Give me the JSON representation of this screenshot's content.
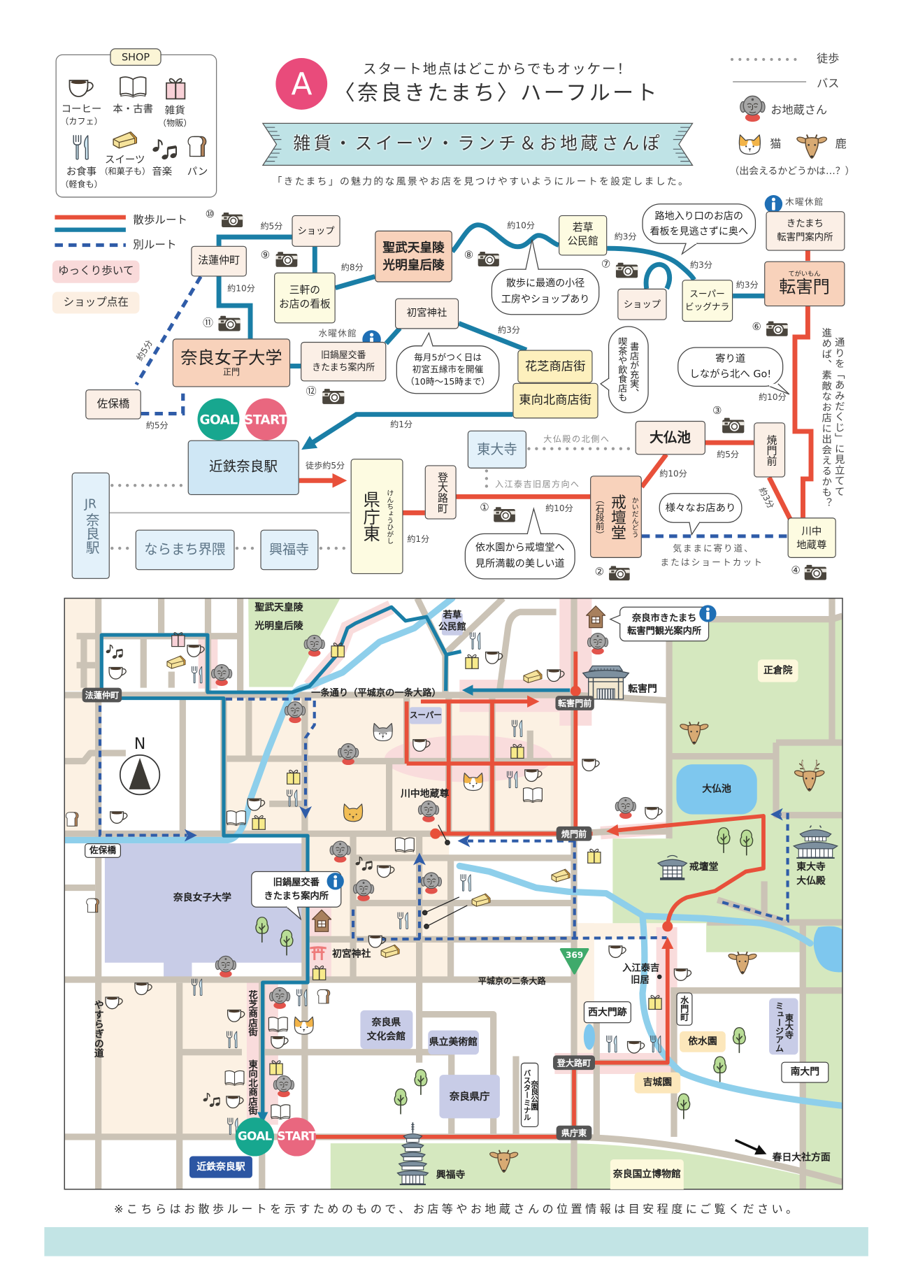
{
  "colors": {
    "route_red": "#e8503a",
    "route_blue": "#1a7ea6",
    "alt_route_blue": "#2f5ca8",
    "badge_pink": "#e94b7b",
    "goal_teal": "#17a78f",
    "start_pink": "#e9677f",
    "ribbon_blue": "#bfe3e6",
    "footer_bar": "#c2e4e5",
    "kintetsu_blue": "#2c56a3"
  },
  "header": {
    "shop_legend": {
      "title": "SHOP",
      "items": [
        {
          "icon": "coffee-icon",
          "label": "コーヒー",
          "sub": "（カフェ）"
        },
        {
          "icon": "book-icon",
          "label": "本・古書"
        },
        {
          "icon": "gift-icon",
          "label": "雑貨",
          "sub": "（物販）"
        },
        {
          "icon": "fork-knife-icon",
          "label": "お食事",
          "sub": "（軽食も）"
        },
        {
          "icon": "cake-icon",
          "label": "スイーツ",
          "sub": "（和菓子も）"
        },
        {
          "icon": "music-notes-icon",
          "label": "音楽"
        },
        {
          "icon": "bread-icon",
          "label": "パン"
        }
      ]
    },
    "route_badge": "A",
    "catchphrase": "スタート地点はどこからでもオッケー！",
    "title": "〈奈良きたまち〉ハーフルート",
    "ribbon": "雑貨・スイーツ・ランチ＆お地蔵さんぽ",
    "subtitle": "「きたまち」の魅力的な風景やお店を見つけやすいようにルートを設定しました。",
    "legend": {
      "walk": "徒歩",
      "bus": "バス",
      "jizo": "お地蔵さん",
      "cat": "猫",
      "deer": "鹿",
      "note": "（出会えるかどうかは…？）"
    }
  },
  "diagram": {
    "legend": {
      "walk_route": "散歩ルート",
      "alt_route": "別ルート",
      "slow": "ゆっくり歩いて",
      "shops": "ショップ点在"
    },
    "nodes": {
      "shop_west": "ショップ",
      "horen": "法蓮仲町",
      "sanken": [
        "三軒の",
        "お店の看板"
      ],
      "joshidai": {
        "name": "奈良女子大学",
        "sub": "正門"
      },
      "nabeya": {
        "closed": "水曜休館",
        "lines": [
          "旧鍋屋交番",
          "きたまち案内所"
        ]
      },
      "saho": "佐保橋",
      "shomu": [
        "聖武天皇陵",
        "光明皇后陵"
      ],
      "hatsumiya": "初宮神社",
      "hanashiba": "花芝商店街",
      "higashimuki": "東向北商店街",
      "wakakusa": [
        "若草",
        "公民館"
      ],
      "shop_east": "ショップ",
      "super": [
        "スーパー",
        "ビッグナラ"
      ],
      "tegai_info": {
        "closed": "木曜休館",
        "lines": [
          "きたまち",
          "転害門案内所"
        ]
      },
      "tegaimon": {
        "ruby": "てがいもん",
        "name": "転害門"
      },
      "kintetsu": "近鉄奈良駅",
      "jr": {
        "prefix": "JR",
        "name": "奈良駅"
      },
      "naramachi": "ならまち界隈",
      "kofukuji": "興福寺",
      "kenchohigashi": {
        "name": "県庁東",
        "ruby": "けんちょうひがし"
      },
      "noborioji": "登大路町",
      "todaiji": "東大寺",
      "daibutsuike": "大仏池",
      "kaidando": {
        "name": "戒壇堂",
        "sub": "（石段前）",
        "ruby": "かいだんどう"
      },
      "yakimon": "焼門前",
      "kawanaka": [
        "川中",
        "地蔵尊"
      ],
      "goal": "GOAL",
      "start": "START"
    },
    "times": {
      "horen_shop": "約5分",
      "horen_joshidai": "約10分",
      "horen_saho": "約5分",
      "saho_joshidai": "約5分",
      "sanken_shomu": "約8分",
      "shomu_wakakusa": "約10分",
      "wakakusa_shop": "約3分",
      "shop_super": "約3分",
      "super_tegaimon": "約3分",
      "tegaimon_kawanaka": "約10分",
      "hatsumiya_hanashiba": "約3分",
      "higashimuki_kintetsu": "約1分",
      "kintetsu_kenchohigashi": "徒歩約5分",
      "kenchohigashi_noborioji": "約1分",
      "noborioji_kaidando": "約10分",
      "kaidando_daibutsuike": "約10分",
      "daibutsuike_yakimon": "約5分",
      "yakimon_kawanaka": "約3分"
    },
    "photo_spots": {
      "p1": "①",
      "p2": "②",
      "p3": "③",
      "p4": "④",
      "p6": "⑥",
      "p7": "⑦",
      "p8": "⑧",
      "p9": "⑨",
      "p10": "⑩",
      "p11": "⑪",
      "p12": "⑫"
    },
    "bubbles": {
      "hatsumiya_market": [
        "毎月5がつく日は",
        "初宮五縁市を開催",
        "（10時～15時まで）"
      ],
      "path": [
        "散歩に最適の小径",
        "工房やショップあり"
      ],
      "alley": [
        "路地入り口のお店の",
        "看板を見逃さずに奥へ"
      ],
      "shotengai": [
        "書店が充実、",
        "喫茶や飲食店も"
      ],
      "detour": [
        "寄り道",
        "しながら北へ Go!"
      ],
      "shops": "様々なお店あり",
      "isuien": [
        "依水園から戒壇堂へ",
        "見所満載の美しい道"
      ]
    },
    "notes": {
      "daibutsuden_north": "大仏殿の北側へ",
      "irie_direction": "入江泰吉旧居方向へ",
      "shortcut": [
        "気ままに寄り道、",
        "またはショートカット"
      ],
      "amidakuji": [
        "通りを「あみだくじ」に見立てて",
        "進めば、素敵なお店に出会えるかも？"
      ]
    }
  },
  "map": {
    "compass": "N",
    "route_number": "369",
    "labels": {
      "shomu": [
        "聖武天皇陵",
        "光明皇后陵"
      ],
      "wakakusa": [
        "若草",
        "公民館"
      ],
      "ichijo": "一条通り（平城京の一条大路）",
      "super": "スーパー",
      "tegaimon": "転害門",
      "tegai_info": [
        "奈良市きたまち",
        "転害門観光案内所"
      ],
      "shosoin": "正倉院",
      "tegaimon_mae": "転害門前",
      "kawanaka": "川中地蔵尊",
      "yakimon_mae": "焼門前",
      "daibutsuike": "大仏池",
      "kaidando": "戒壇堂",
      "daibutsuden": [
        "東大寺",
        "大仏殿"
      ],
      "horen": "法蓮仲町",
      "saho": "佐保橋",
      "joshidai": "奈良女子大学",
      "nabeya_info": [
        "旧鍋屋交番",
        "きたまち案内所"
      ],
      "hatsumiya": "初宮神社",
      "nijo": "平城京の二条大路",
      "irie": [
        "入江泰吉",
        "旧居"
      ],
      "nishi_daimon": "西大門跡",
      "suimon": "水門町",
      "isuien": "依水園",
      "museum": [
        "東大寺",
        "ミュージアム"
      ],
      "nandaimon": "南大門",
      "yoshikien": "吉城園",
      "bunka": [
        "奈良県",
        "文化会館"
      ],
      "bijutsukan": "県立美術館",
      "kencho": "奈良県庁",
      "bus_terminal": [
        "奈良公園",
        "バスターミナル"
      ],
      "noborioji": "登大路町",
      "kenchohigashi": "県庁東",
      "hanashiba": "花芝商店街",
      "higashimuki": "東向北商店街",
      "yasuragi": "やすらぎの道",
      "kintetsu": "近鉄奈良駅",
      "goal": "GOAL",
      "start": "START",
      "kofukuji": "興福寺",
      "national_museum": "奈良国立博物館",
      "kasuga": "春日大社方面"
    }
  },
  "footer": {
    "note": "※こちらはお散歩ルートを示すためのもので、お店等やお地蔵さんの位置情報は目安程度にご覧ください。"
  }
}
